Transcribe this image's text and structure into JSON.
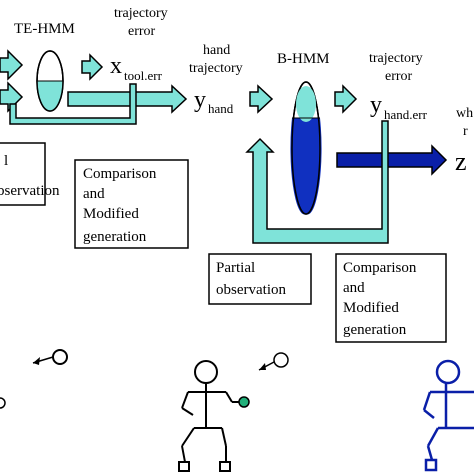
{
  "colors": {
    "cyan": "#7fe3d9",
    "blue_dark": "#0a1fa8",
    "blue_fill": "#1030c0",
    "green": "#22b07a",
    "black": "#000000"
  },
  "te_hmm": {
    "title": "TE-HMM",
    "error_label_line1": "trajectory",
    "error_label_line2": "error",
    "x_symbol": "x",
    "x_subscript": "tool.err"
  },
  "hand": {
    "label_line1": "hand",
    "label_line2": "trajectory",
    "y_symbol": "y",
    "y_subscript": "hand"
  },
  "b_hmm": {
    "title": "B-HMM",
    "error_label_line1": "trajectory",
    "error_label_line2": "error",
    "y_symbol": "y",
    "y_subscript": "hand.err"
  },
  "right_edge": {
    "label_line1": "wh",
    "label_line2": "r",
    "z_symbol": "z"
  },
  "left_box": {
    "line1": "l",
    "line2": "bservation"
  },
  "box_comparison_1": {
    "line1": "Comparison",
    "line2": "and",
    "line3": "Modified",
    "line4": "generation"
  },
  "box_partial": {
    "line1": "Partial",
    "line2": "observation"
  },
  "box_comparison_2": {
    "line1": "Comparison",
    "line2": "and",
    "line3": "Modified",
    "line4": "generation"
  }
}
